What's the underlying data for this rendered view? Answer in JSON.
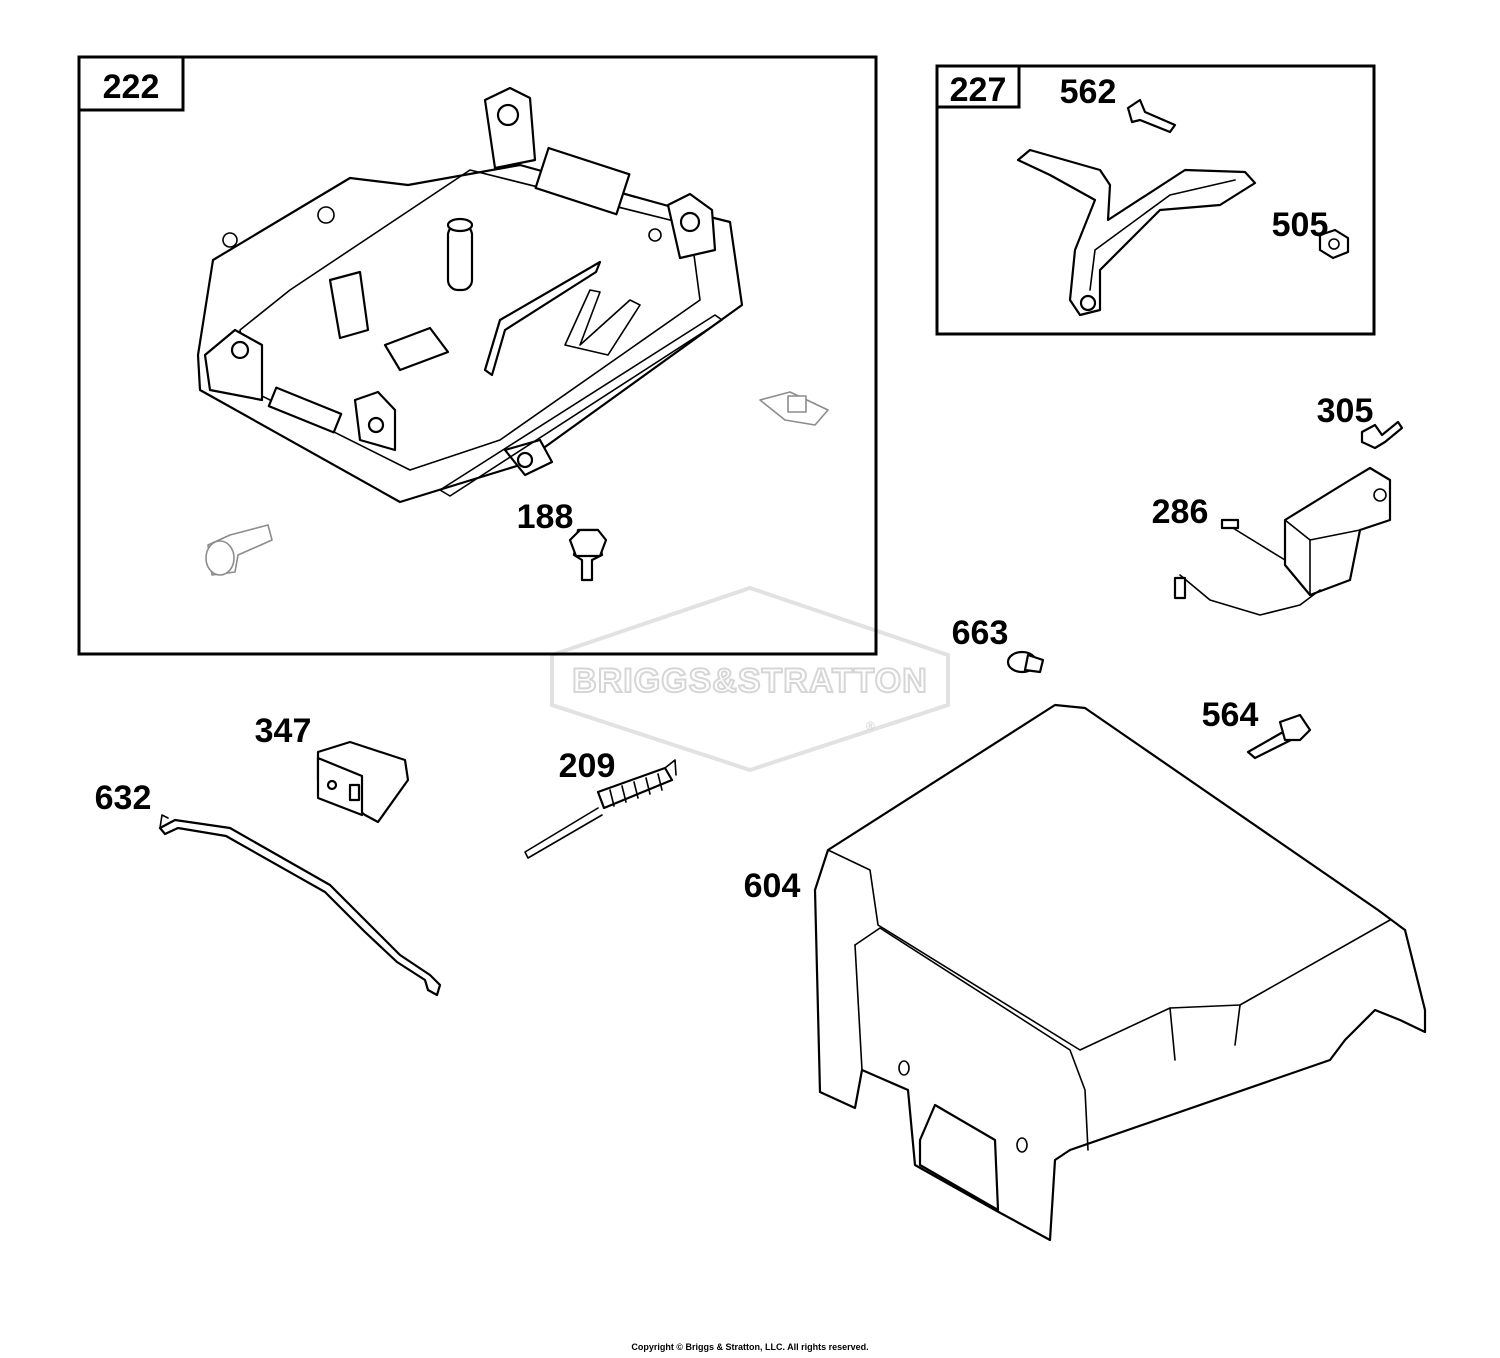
{
  "callouts": {
    "c222": "222",
    "c227": "227",
    "c562": "562",
    "c505": "505",
    "c305": "305",
    "c286": "286",
    "c188": "188",
    "c663": "663",
    "c564": "564",
    "c347": "347",
    "c632": "632",
    "c209": "209",
    "c604": "604"
  },
  "watermark": {
    "text": "BRIGGS&STRATTON",
    "mark": "®"
  },
  "footer": {
    "copyright": "Copyright © Briggs & Stratton, LLC. All rights reserved."
  }
}
